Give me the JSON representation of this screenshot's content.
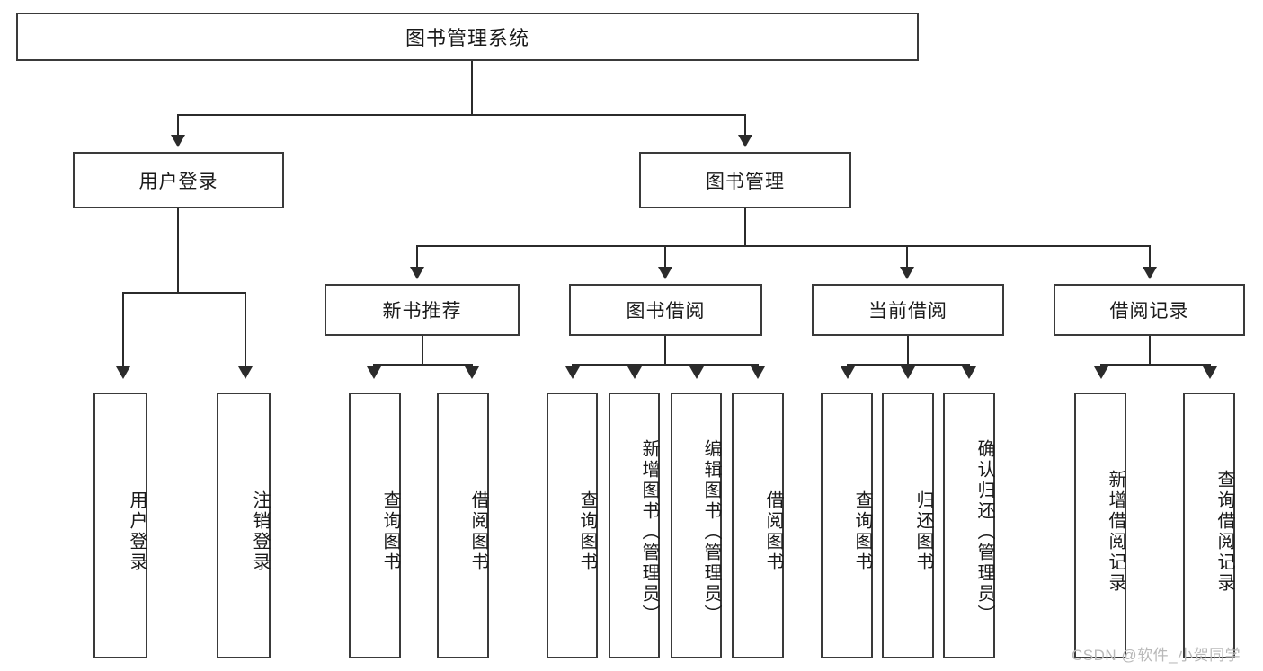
{
  "diagram": {
    "title": "图书管理系统",
    "type": "tree-hierarchy",
    "root": {
      "label": "图书管理系统"
    },
    "level2": [
      {
        "label": "用户登录"
      },
      {
        "label": "图书管理"
      }
    ],
    "level3": [
      {
        "label": "新书推荐"
      },
      {
        "label": "图书借阅"
      },
      {
        "label": "当前借阅"
      },
      {
        "label": "借阅记录"
      }
    ],
    "leaves": {
      "user_login": [
        {
          "label": "用户登录"
        },
        {
          "label": "注销登录"
        }
      ],
      "new_book_recommend": [
        {
          "label": "查询图书"
        },
        {
          "label": "借阅图书"
        }
      ],
      "book_borrow": [
        {
          "label": "查询图书"
        },
        {
          "label": "新增图书（管理员）"
        },
        {
          "label": "编辑图书（管理员）"
        },
        {
          "label": "借阅图书"
        }
      ],
      "current_borrow": [
        {
          "label": "查询图书"
        },
        {
          "label": "归还图书"
        },
        {
          "label": "确认归还（管理员）"
        }
      ],
      "borrow_record": [
        {
          "label": "新增借阅记录"
        },
        {
          "label": "查询借阅记录"
        }
      ]
    }
  },
  "watermark": {
    "text": "CSDN @软件_小贺同学"
  },
  "colors": {
    "box_border": "#3a3a3a",
    "edge": "#2b2b2b",
    "text": "#1a1a1a",
    "background": "#ffffff",
    "watermark": "#b9b9b9"
  }
}
